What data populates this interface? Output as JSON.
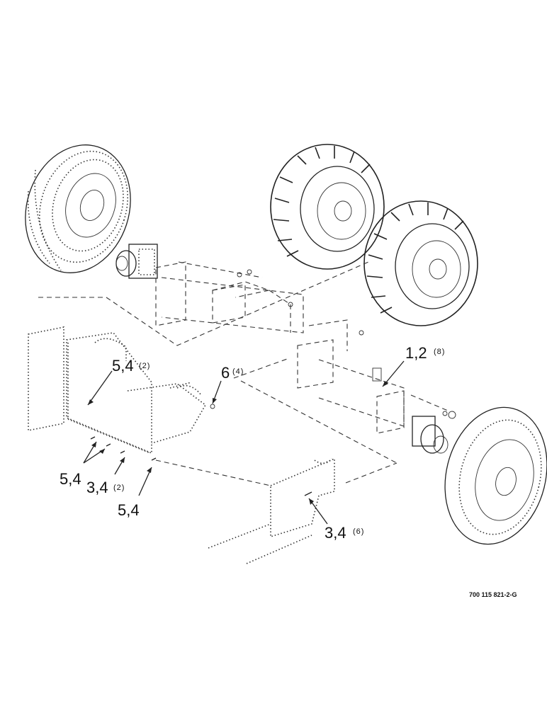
{
  "figure": {
    "reference_number": "700 115 821-2-G",
    "callouts": [
      {
        "id": "c1",
        "label": "1,2",
        "qty": "(8)"
      },
      {
        "id": "c2",
        "label": "5,4",
        "qty": "(2)"
      },
      {
        "id": "c3",
        "label": "6",
        "qty": "(4)"
      },
      {
        "id": "c4",
        "label": "5,4",
        "qty": ""
      },
      {
        "id": "c5",
        "label": "3,4",
        "qty": "(2)"
      },
      {
        "id": "c6",
        "label": "5,4",
        "qty": ""
      },
      {
        "id": "c7",
        "label": "3,4",
        "qty": "(6)"
      }
    ]
  }
}
